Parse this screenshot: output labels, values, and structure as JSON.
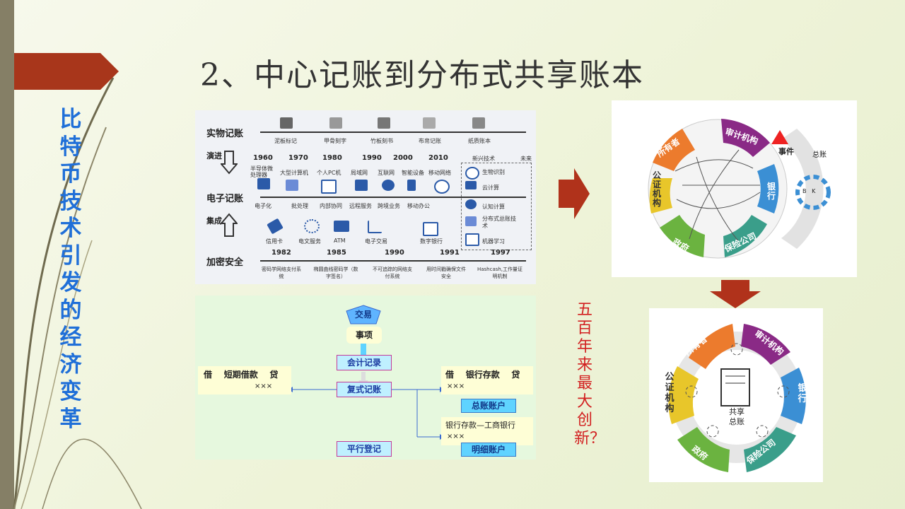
{
  "slide": {
    "title": "2、中心记账到分布式共享账本",
    "side_title": "比特币技术引发的经济变革",
    "side_note": "五百年来最大创新？"
  },
  "timeline": {
    "rows": [
      "实物记账",
      "演进",
      "电子记账",
      "集成",
      "加密安全"
    ],
    "physical_items": [
      "泥板标记",
      "甲骨刻字",
      "竹板刻书",
      "布帛记账",
      "纸质账本"
    ],
    "years_top": [
      "1960",
      "1970",
      "1980",
      "1990",
      "2000",
      "2010"
    ],
    "emerging": "新兴技术",
    "future": "未来",
    "electronic_items": [
      "半导体微处理器",
      "大型计算机",
      "个人PC机",
      "局域网",
      "互联网",
      "智能设备",
      "移动网络"
    ],
    "right_items": [
      "生物识别",
      "云计算",
      "认知计算",
      "分布式总账技术",
      "机器学习"
    ],
    "mid_items": [
      "电子化",
      "批处理",
      "内部协同",
      "远程服务",
      "跨境业务",
      "移动办公"
    ],
    "lower_items": [
      "信用卡",
      "电文服务",
      "ATM",
      "电子交易",
      "数字银行"
    ],
    "years_bottom": [
      "1982",
      "1985",
      "1990",
      "1991",
      "1997"
    ],
    "crypto_items": [
      "密码学网络支付系统",
      "椭圆曲线密码学（数字签名）",
      "不可追踪的网络支付系统",
      "用时间戳确保文件安全",
      "Hashcash,工作量证明机制"
    ]
  },
  "accounting": {
    "pentagon": "交易",
    "event": "事项",
    "record": "会计记录",
    "double_entry": "复式记账",
    "parallel": "平行登记",
    "left_box": {
      "header": "借    短期借款    贷",
      "value": "×××"
    },
    "right_box1": {
      "header": "借    银行存款    贷",
      "value": "×××"
    },
    "general_ledger": "总账账户",
    "right_box2": {
      "header": "银行存款—工商银行",
      "value": "×××"
    },
    "detail_ledger": "明细账户"
  },
  "ledger_top": {
    "segments": [
      "所有者",
      "审计机构",
      "银行",
      "保险公司",
      "政府",
      "公证机构"
    ],
    "ledger_label": "总账",
    "event": "事件",
    "bk": "B   K"
  },
  "ledger_bottom": {
    "segments": [
      "所有者",
      "审计机构",
      "银行",
      "保险公司",
      "政府",
      "公证机构"
    ],
    "center": "共享总账"
  },
  "colors": {
    "accent_red": "#a8361b",
    "title_blue": "#1f6fd8",
    "orange": "#ec7b2d",
    "purple": "#8a2a86",
    "blue": "#3b8fd4",
    "teal": "#3a9e8a",
    "green": "#6bb340",
    "yellow": "#e8c62a"
  }
}
